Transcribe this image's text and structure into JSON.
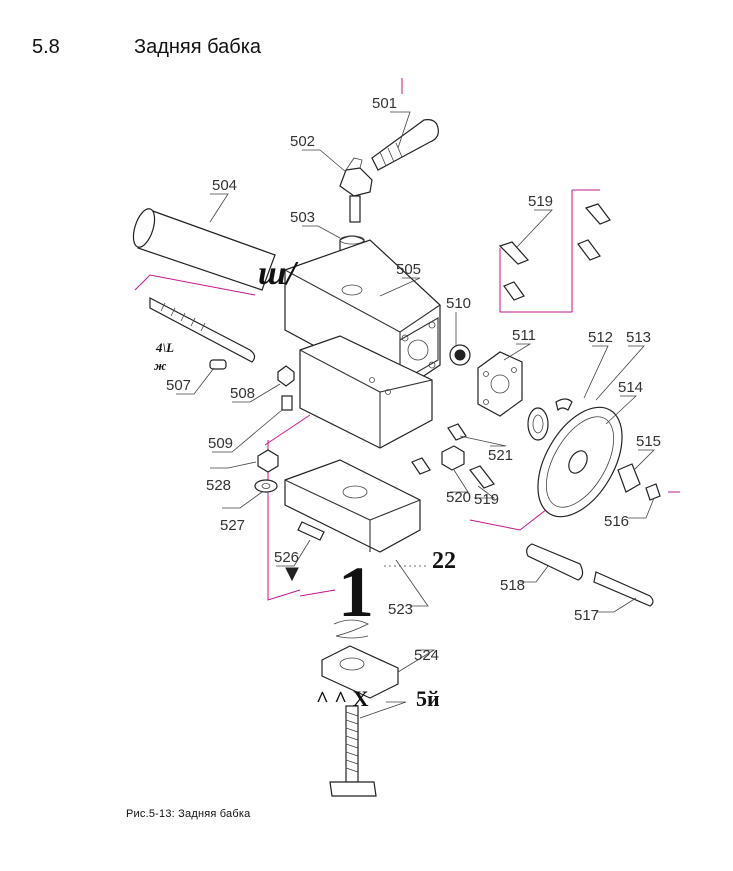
{
  "section": {
    "number": "5.8",
    "title": "Задняя бабка"
  },
  "caption": "Рис.5-13:  Задняя бабка",
  "figure": {
    "part_labels": [
      "501",
      "502",
      "503",
      "504",
      "505",
      "507",
      "508",
      "509",
      "510",
      "511",
      "512",
      "513",
      "514",
      "515",
      "516",
      "517",
      "518",
      "519",
      "519",
      "520",
      "521",
      "523",
      "524",
      "526",
      "527",
      "528"
    ],
    "ocr_artifacts": {
      "a": "ш/",
      "b": "4\\L",
      "c": "ж",
      "d": "22",
      "e": "1",
      "f": "^ ^ X",
      "g": "5й"
    }
  }
}
